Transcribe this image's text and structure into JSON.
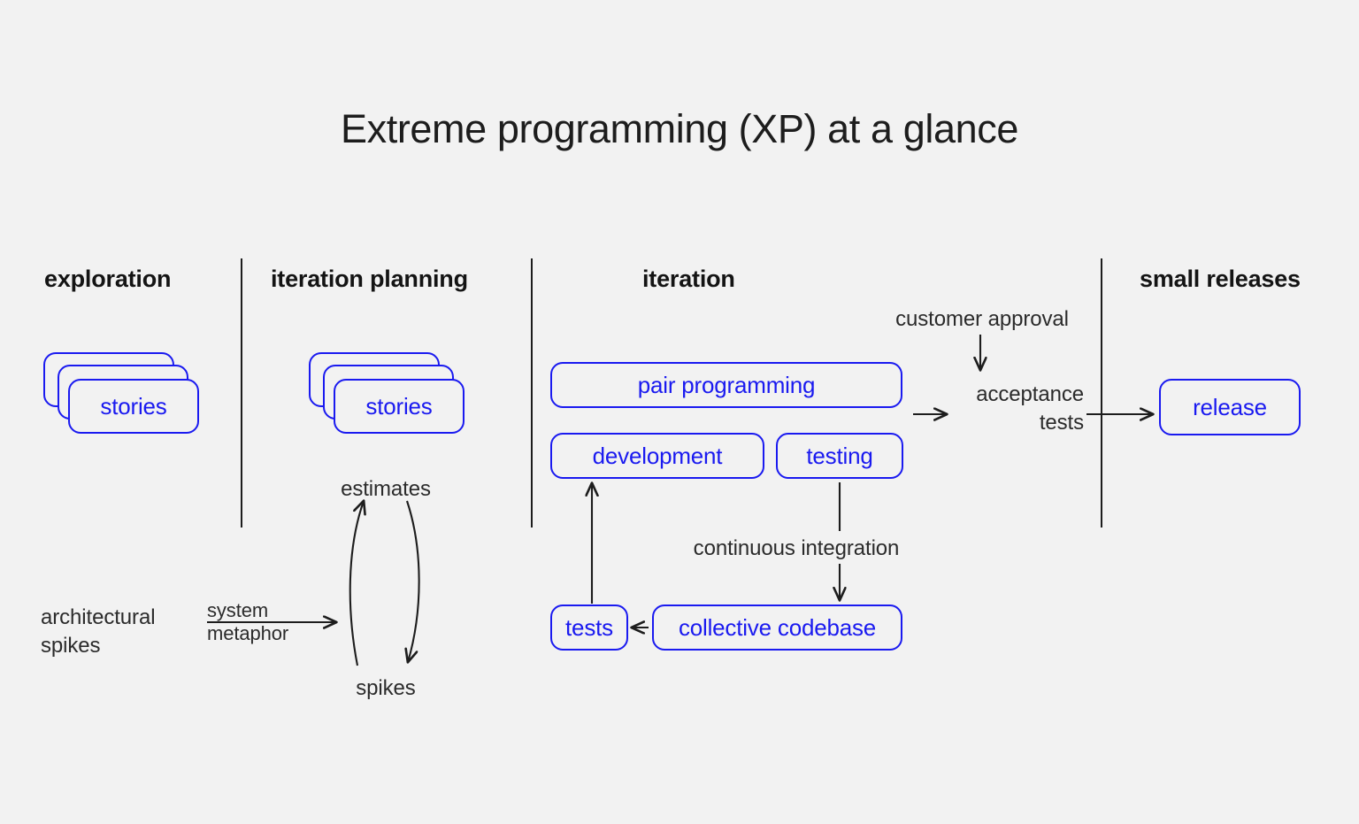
{
  "title": "Extreme programming (XP) at a glance",
  "colors": {
    "background": "#f2f2f2",
    "accent_blue": "#1a1af0",
    "text_dark": "#1d1d1d",
    "connector": "#1d1d1d"
  },
  "phases": [
    {
      "id": "exploration",
      "label": "exploration"
    },
    {
      "id": "iteration-planning",
      "label": "iteration planning"
    },
    {
      "id": "iteration",
      "label": "iteration"
    },
    {
      "id": "small-releases",
      "label": "small releases"
    }
  ],
  "exploration": {
    "stories_card": "stories",
    "stories_stack_count": 3,
    "architectural_spikes_line1": "architectural",
    "architectural_spikes_line2": "spikes",
    "system_metaphor_line1": "system",
    "system_metaphor_line2": "metaphor"
  },
  "iteration_planning": {
    "stories_card": "stories",
    "stories_stack_count": 3,
    "estimates_label": "estimates",
    "spikes_label": "spikes"
  },
  "iteration": {
    "pair_programming": "pair programming",
    "development": "development",
    "testing": "testing",
    "continuous_integration": "continuous integration",
    "collective_codebase": "collective codebase",
    "tests": "tests"
  },
  "acceptance": {
    "customer_approval": "customer approval",
    "acceptance_tests_line1": "acceptance",
    "acceptance_tests_line2": "tests"
  },
  "small_releases": {
    "release_card": "release"
  }
}
